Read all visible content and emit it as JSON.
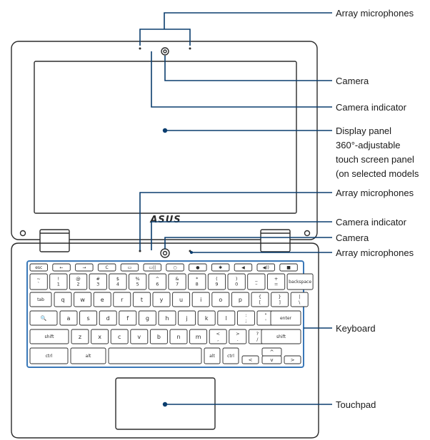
{
  "callouts": {
    "array_microphones_top": "Array microphones",
    "camera_top": "Camera",
    "camera_indicator_top": "Camera indicator",
    "display_panel": [
      "Display panel",
      "360°-adjustable",
      "touch screen panel",
      "(on selected models"
    ],
    "array_microphones_mid": "Array microphones",
    "camera_indicator_mid": "Camera indicator",
    "camera_mid": "Camera",
    "array_microphones_low": "Array microphones",
    "keyboard": "Keyboard",
    "touchpad": "Touchpad"
  },
  "brand_logo": "ASUS",
  "keyboard": {
    "function_row": [
      "esc",
      "←",
      "→",
      "C",
      "▭",
      "▭||",
      "○",
      "●",
      "✱",
      "◀",
      "◀))",
      "■"
    ],
    "number_row": [
      [
        "~",
        "`"
      ],
      [
        "!",
        "1"
      ],
      [
        "@",
        "2"
      ],
      [
        "#",
        "3"
      ],
      [
        "$",
        "4"
      ],
      [
        "%",
        "5"
      ],
      [
        "^",
        "6"
      ],
      [
        "&",
        "7"
      ],
      [
        "*",
        "8"
      ],
      [
        "(",
        "9"
      ],
      [
        ")",
        "0"
      ],
      [
        "_",
        "–"
      ],
      [
        "+",
        "="
      ],
      [
        "",
        "backspace"
      ]
    ],
    "row_q": [
      "tab",
      "q",
      "w",
      "e",
      "r",
      "t",
      "y",
      "u",
      "i",
      "o",
      "p",
      "{ [",
      "} ]",
      "| \\"
    ],
    "row_a": [
      "🔍",
      "a",
      "s",
      "d",
      "f",
      "g",
      "h",
      "j",
      "k",
      "l",
      ": ;",
      "\" '",
      "enter"
    ],
    "row_z": [
      "shift",
      "z",
      "x",
      "c",
      "v",
      "b",
      "n",
      "m",
      "< ,",
      "> .",
      "? /",
      "shift"
    ],
    "row_bottom": [
      "ctrl",
      "alt",
      "",
      "alt",
      "ctrl",
      "<",
      "^",
      "v",
      ">"
    ]
  },
  "colors": {
    "outline": "#2b2b2b",
    "callout_line": "#0a3d6e",
    "keyboard_highlight": "#3a78b8",
    "background": "#ffffff"
  }
}
